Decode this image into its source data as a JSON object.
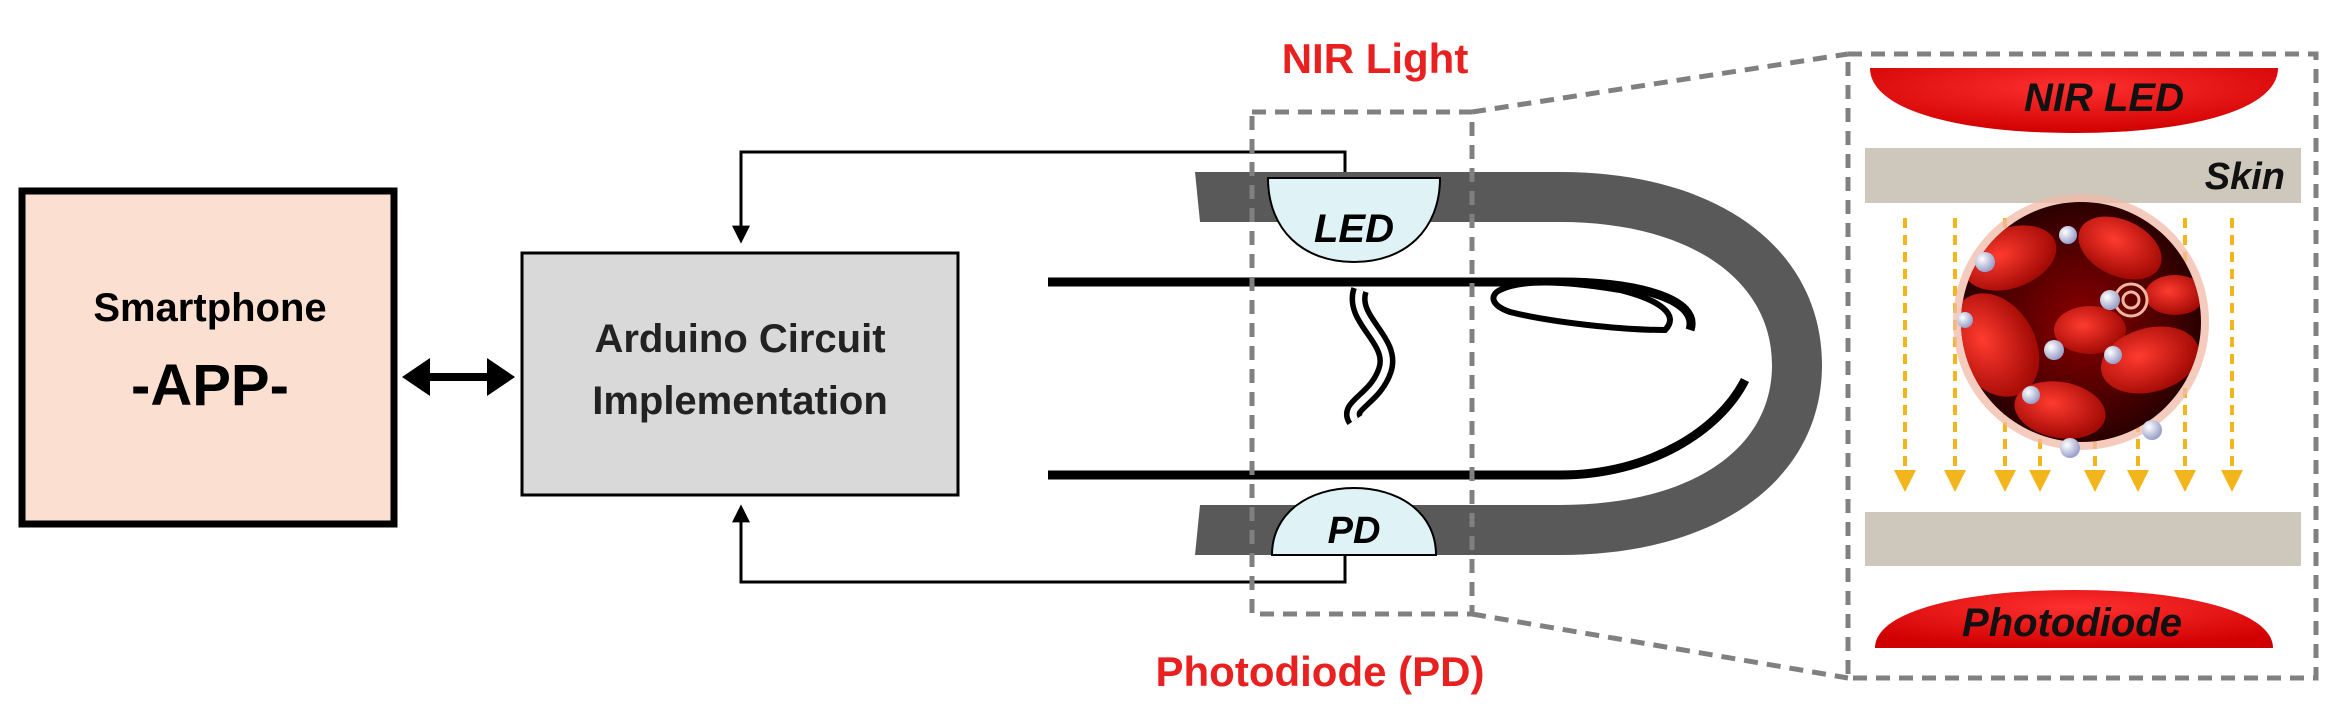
{
  "labels": {
    "smartphone_title": "Smartphone",
    "smartphone_subtitle": "-APP-",
    "arduino_line1": "Arduino Circuit",
    "arduino_line2": "Implementation",
    "nir_light": "NIR Light",
    "photodiode_pd": "Photodiode (PD)",
    "led": "LED",
    "pd": "PD",
    "nir_led": "NIR LED",
    "skin": "Skin",
    "photodiode": "Photodiode"
  },
  "colors": {
    "smartphone_fill": "#fbe0d2",
    "arduino_fill": "#d9d9d9",
    "finger_gray": "#595959",
    "sensor_fill": "#dff3f6",
    "accent_red": "#e8201f",
    "skin_band": "#cdc8bb",
    "arrow_yellow": "#f2b51c",
    "dashed_gray": "#808080"
  },
  "icons": {
    "bidirectional_arrow": "double-headed-arrow",
    "blood_vessel": "blood-cells-circle"
  }
}
